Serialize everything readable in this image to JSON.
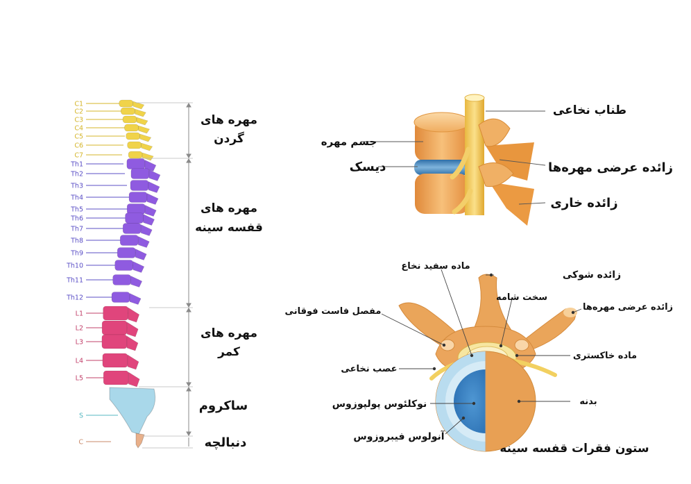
{
  "spine": {
    "vertebra_labels": [
      "C1",
      "C2",
      "C3",
      "C4",
      "C5",
      "C6",
      "C7",
      "Th1",
      "Th2",
      "Th3",
      "Th4",
      "Th5",
      "Th6",
      "Th7",
      "Th8",
      "Th9",
      "Th10",
      "Th11",
      "Th12",
      "L1",
      "L2",
      "L3",
      "L4",
      "L5",
      "S",
      "C"
    ],
    "label_colors": {
      "cervical": "#d4b52a",
      "thoracic": "#5b4fc6",
      "lumbar": "#c2406a",
      "sacrum": "#56b7c0",
      "coccyx": "#c98a6a"
    },
    "region_colors": {
      "cervical": "#f0d34a",
      "thoracic": "#8f5be0",
      "lumbar": "#e0457c",
      "sacrum": "#a9d8ea",
      "coccyx": "#e9b08a"
    },
    "regions": {
      "cervical_line1": "مهره های",
      "cervical_line2": "گردن",
      "thoracic_line1": "مهره های",
      "thoracic_line2": "قفسه سینه",
      "lumbar_line1": "مهره های",
      "lumbar_line2": "کمر",
      "sacrum": "ساکروم",
      "coccyx": "دنبالچه"
    }
  },
  "side_view": {
    "spinal_cord": "طناب نخاعی",
    "vertebral_body": "جسم مهره",
    "disc": "دیسک",
    "transverse_process": "زائده عرضی مهره‌ها",
    "spinous_process": "زائده خاری"
  },
  "cross_section": {
    "white_matter": "ماده سفید نخاع",
    "spinous_process": "زائده شوکی",
    "dura_mater": "سخت شامه",
    "transverse_process": "زائده عرضی مهره‌ها",
    "facet_joint": "مفصل فاست فوقانی",
    "grey_matter": "ماده خاکستری",
    "spinal_nerve": "عصب نخاعی",
    "body": "بدنه",
    "nucleus_pulposus": "نوکلئوس پولپوزوس",
    "annulus_fibrosus": "آنولوس فیبروزوس",
    "caption": "ستون فقرات قفسه سینه"
  }
}
